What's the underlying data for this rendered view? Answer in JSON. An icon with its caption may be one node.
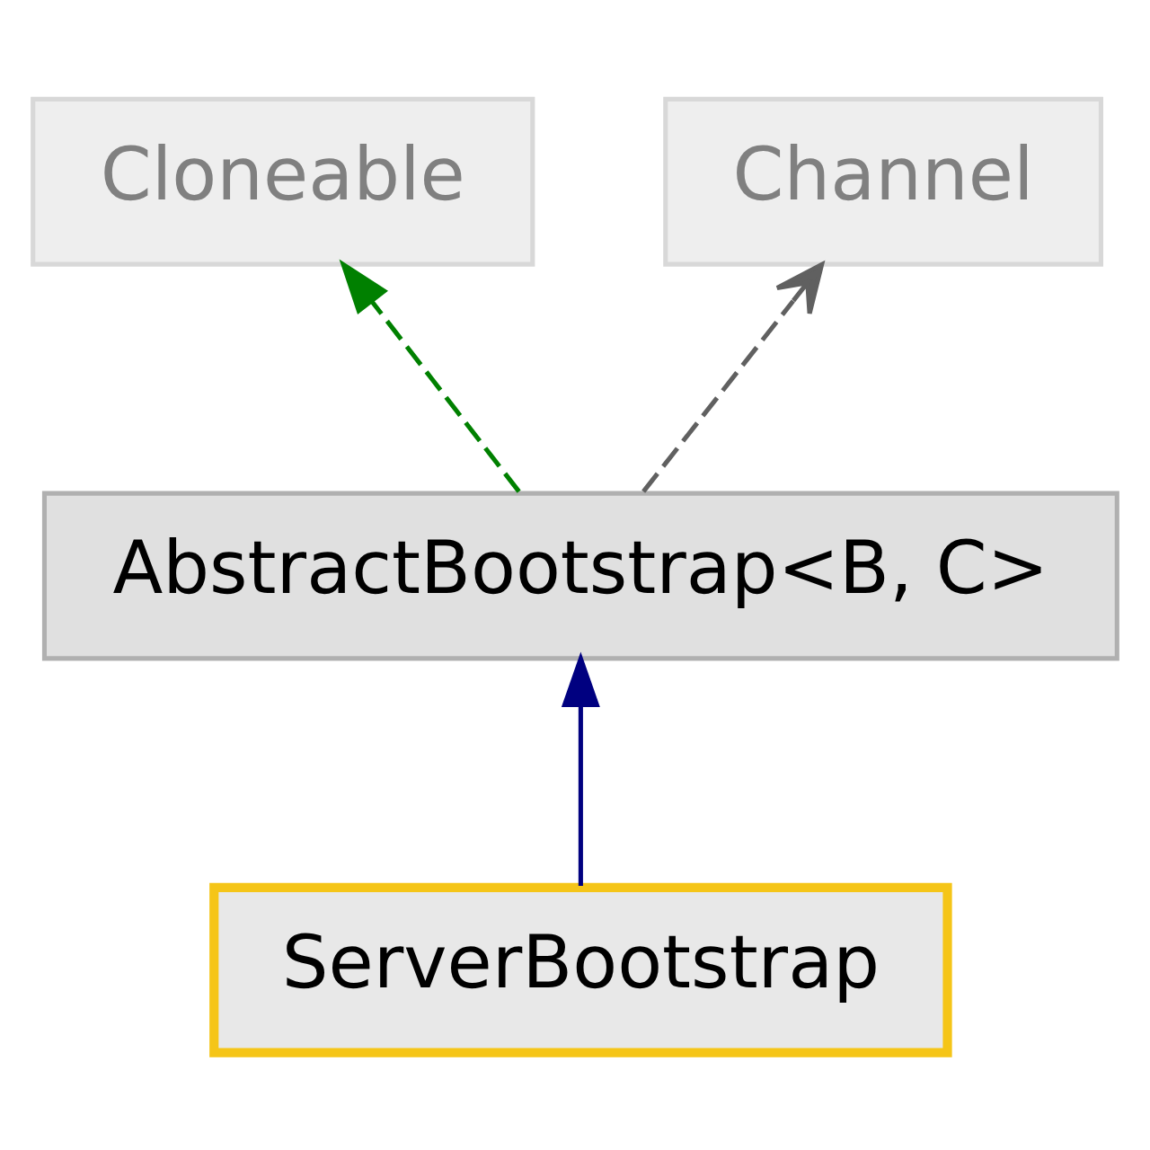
{
  "diagram": {
    "nodes": [
      {
        "text": [
          "Cloneable"
        ]
      },
      {
        "text": [
          "Channel"
        ]
      },
      {
        "text": [
          "AbstractBootstrap<B, C>"
        ]
      },
      {
        "text": [
          "ServerBootstrap"
        ]
      }
    ],
    "edges": [
      {
        "from": 2,
        "to": 0,
        "arrow": "to",
        "style": "dashed",
        "color": "#008000"
      },
      {
        "from": 2,
        "to": 1,
        "arrow": "to",
        "style": "dashed",
        "color": "#606060"
      },
      {
        "from": 3,
        "to": 2,
        "arrow": "to",
        "color": "#000080"
      }
    ]
  }
}
